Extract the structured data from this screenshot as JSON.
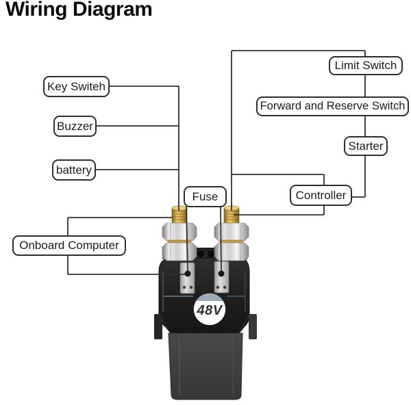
{
  "title": "Wiring Diagram",
  "boxes": {
    "key_switch": "Key Switeh",
    "buzzer": "Buzzer",
    "battery": "battery",
    "onboard_computer": "Onboard Computer",
    "fuse": "Fuse",
    "limit_switch": "Limit Switch",
    "forward_reverse_switch": "Forward and Reserve Switch",
    "starter": "Starter",
    "controller": "Controller"
  },
  "device": {
    "voltage_label": "48V"
  },
  "colors": {
    "wire": "#2f2f2f",
    "label_border": "#2e2e2e",
    "label_text": "#1c1c1c",
    "title_text": "#0a0a0a",
    "brass": "#d4a94e",
    "device_body": "#1f1f1f",
    "badge_face": "#ffffff",
    "badge_band": "#9dabb8",
    "badge_text": "#31313b"
  }
}
